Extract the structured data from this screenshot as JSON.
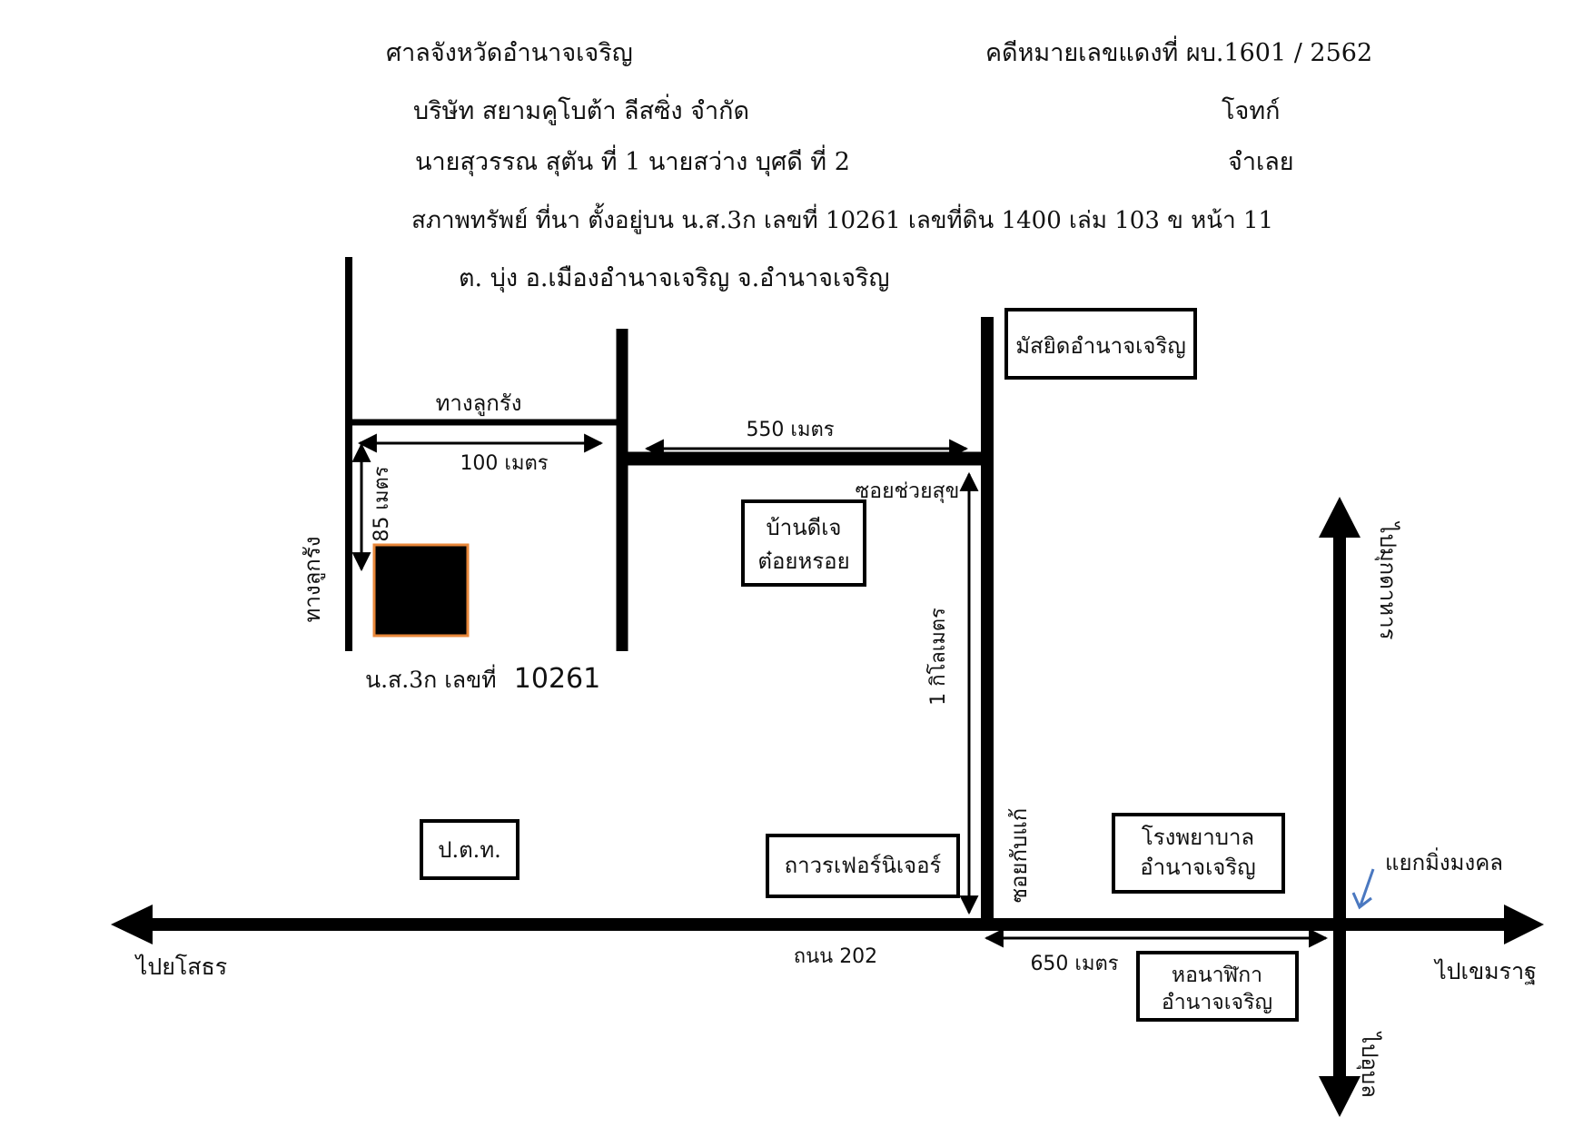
{
  "header": {
    "court": "ศาลจังหวัดอำนาจเจริญ",
    "case_no": "คดีหมายเลขแดงที่ ผบ.1601 / 2562",
    "plaintiff_name": "บริษัท สยามคูโบต้า ลีสซิ่ง จำกัด",
    "plaintiff_role": "โจทก์",
    "defendant_names": "นายสุวรรณ สุตัน ที่ 1 นายสว่าง บุศดี ที่ 2",
    "defendant_role": "จำเลย",
    "property_line": "สภาพทรัพย์  ที่นา  ตั้งอยู่บน น.ส.3ก  เลขที่  10261   เลขที่ดิน 1400    เล่ม 103 ข หน้า 11",
    "location_line": "ต.  บุ่ง   อ.เมืองอำนาจเจริญ   จ.อำนาจเจริญ"
  },
  "map": {
    "labels": {
      "lane_top": "ทางลูกรัง",
      "lane_left": "ทางลูกรัง",
      "dist_100": "100 เมตร",
      "dist_85": "85 เมตร",
      "dist_550": "550 เมตร",
      "dist_1km": "1 กิโลเมตร",
      "dist_650": "650 เมตร",
      "soi_chuaysuk": "ซอยช่วยสุข",
      "soi_kabkae": "ซอยกับแก้",
      "road_202": "ถนน 202",
      "to_yasothon": "ไปยโสธร",
      "to_khemmarat": "ไปเขมราฐ",
      "to_mukdahan": "ไปมุกดาหาร",
      "to_ubon": "ไปอุบล",
      "intersection": "แยกมิ่งมงคล",
      "parcel_prefix": "น.ส.3ก  เลขที่",
      "parcel_number": "10261"
    },
    "landmarks": {
      "mosque": "มัสยิดอำนาจเจริญ",
      "house_line1": "บ้านดีเจ",
      "house_line2": "ต๋อยหรอย",
      "ptt": "ป.ต.ท.",
      "furniture": "ถาวรเฟอร์นิเจอร์",
      "hospital_line1": "โรงพยาบาล",
      "hospital_line2": "อำนาจเจริญ",
      "clock_line1": "หอนาฬิกา",
      "clock_line2": "อำนาจเจริญ"
    },
    "colors": {
      "road": "#000000",
      "parcel_fill": "#000000",
      "parcel_border": "#e8873a",
      "pointer_arrow": "#4a78c0"
    }
  }
}
